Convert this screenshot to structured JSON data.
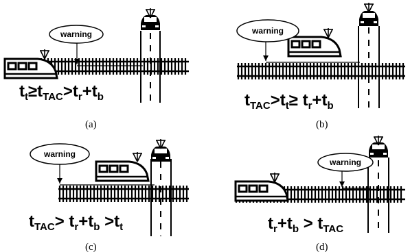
{
  "panels": [
    {
      "id": "a",
      "caption": "(a)",
      "warning_label": "warning",
      "formula": [
        {
          "t": "t"
        },
        {
          "t": "t",
          "sub": true
        },
        {
          "t": "≥t"
        },
        {
          "t": "TAC",
          "sub": true
        },
        {
          "t": ">t"
        },
        {
          "t": "r",
          "sub": true
        },
        {
          "t": "+t"
        },
        {
          "t": "b",
          "sub": true
        }
      ]
    },
    {
      "id": "b",
      "caption": "(b)",
      "warning_label": "warning",
      "formula": [
        {
          "t": "t"
        },
        {
          "t": "TAC",
          "sub": true
        },
        {
          "t": ">t"
        },
        {
          "t": "t",
          "sub": true
        },
        {
          "t": "≥ t"
        },
        {
          "t": "r",
          "sub": true
        },
        {
          "t": "+t"
        },
        {
          "t": "b",
          "sub": true
        }
      ]
    },
    {
      "id": "c",
      "caption": "(c)",
      "warning_label": "warning",
      "formula": [
        {
          "t": "t"
        },
        {
          "t": "TAC",
          "sub": true
        },
        {
          "t": "> t"
        },
        {
          "t": "r",
          "sub": true
        },
        {
          "t": "+t"
        },
        {
          "t": "b",
          "sub": true
        },
        {
          "t": " >t"
        },
        {
          "t": "t",
          "sub": true
        }
      ]
    },
    {
      "id": "d",
      "caption": "(d)",
      "warning_label": "warning",
      "formula": [
        {
          "t": "t"
        },
        {
          "t": "r",
          "sub": true
        },
        {
          "t": "+t"
        },
        {
          "t": "b",
          "sub": true
        },
        {
          "t": " > t"
        },
        {
          "t": "TAC",
          "sub": true
        }
      ]
    }
  ],
  "icons": [
    "train-icon",
    "car-icon",
    "antenna-icon",
    "railway-track",
    "road"
  ]
}
